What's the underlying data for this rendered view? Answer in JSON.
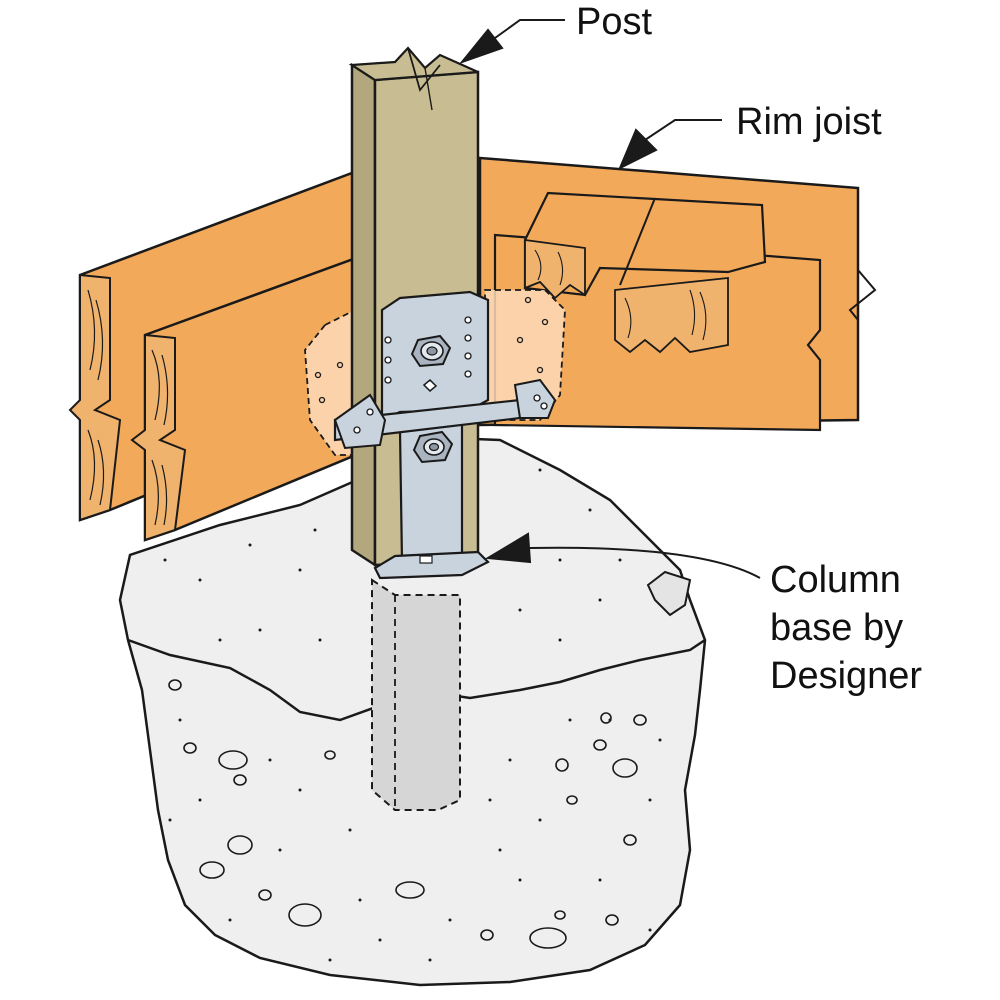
{
  "labels": {
    "post": "Post",
    "rim_joist": "Rim joist",
    "column_base": [
      "Column",
      "base by",
      "Designer"
    ]
  },
  "colors": {
    "lumber": "#f3a95a",
    "lumber_end_grain": "#f0b36e",
    "post": "#c8bd92",
    "post_shadow": "#b3a87d",
    "bracket_steel": "#c9d3de",
    "concrete": "#efefef",
    "embedded_post": "#d6d6d6",
    "outline": "#1a1a1a",
    "ghost_bracket": "#fbd9b8"
  }
}
